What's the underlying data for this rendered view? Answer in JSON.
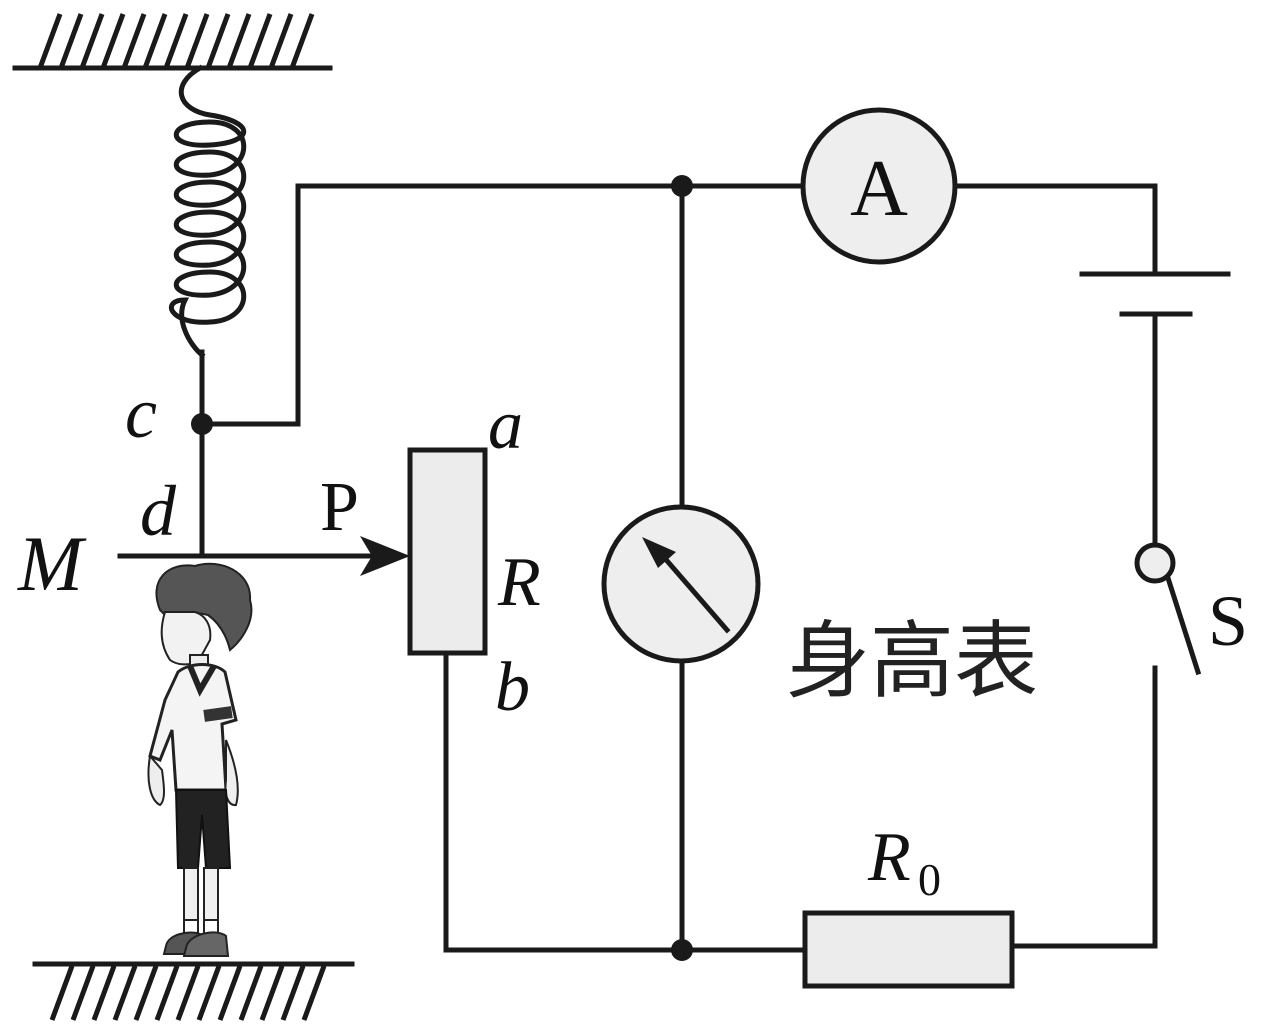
{
  "labels": {
    "c": "c",
    "d": "d",
    "M": "M",
    "P": "P",
    "a": "a",
    "b": "b",
    "R": "R",
    "A": "A",
    "S": "S",
    "R0_main": "R",
    "R0_sub": "0",
    "height_meter": "身高表"
  },
  "colors": {
    "line": "#1a1a1a",
    "component_fill": "#ececec",
    "meter_fill": "#eeeeee"
  }
}
